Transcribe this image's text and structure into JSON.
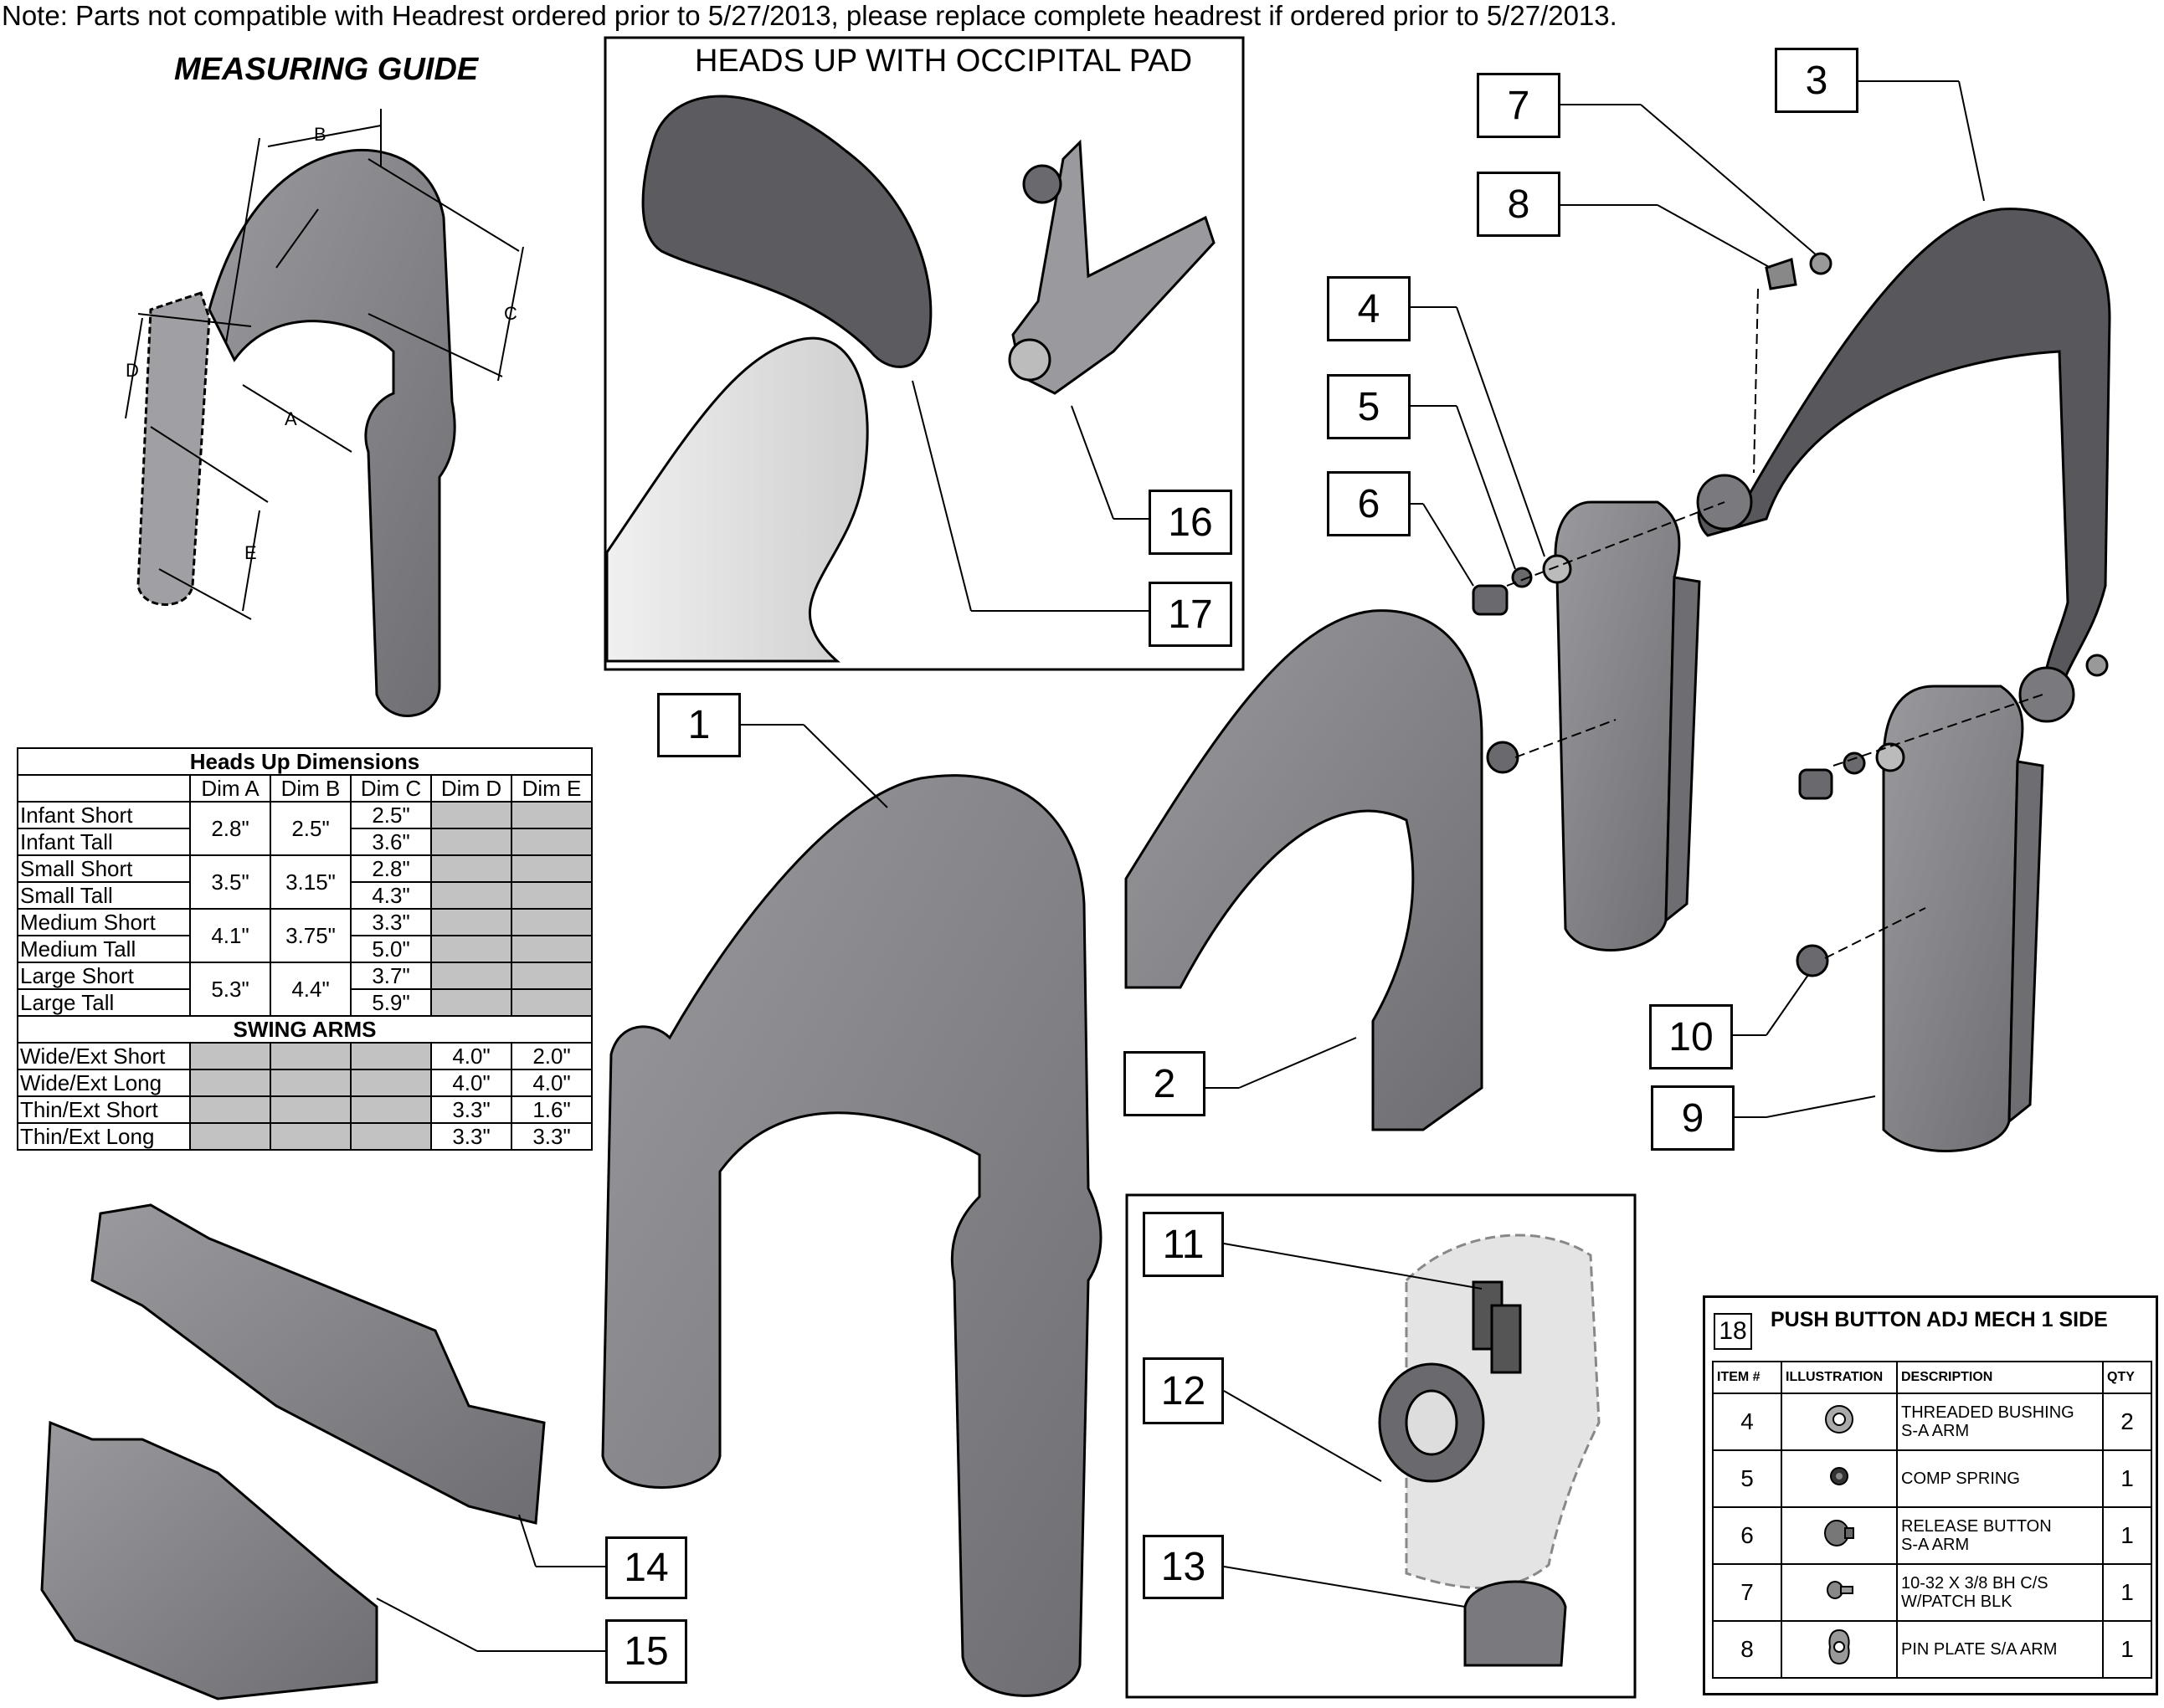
{
  "note": "Note: Parts not compatible with Headrest ordered prior to 5/27/2013, please replace complete headrest if ordered prior to 5/27/2013.",
  "measuring_guide": {
    "title": "MEASURING GUIDE",
    "labels": [
      "A",
      "B",
      "C",
      "D",
      "E"
    ]
  },
  "occipital_pad": {
    "title": "HEADS UP WITH OCCIPITAL PAD"
  },
  "callouts": [
    "1",
    "2",
    "3",
    "4",
    "5",
    "6",
    "7",
    "8",
    "9",
    "10",
    "11",
    "12",
    "13",
    "14",
    "15",
    "16",
    "17"
  ],
  "dimensions_table": {
    "title": "Heads Up Dimensions",
    "columns": [
      "Dim A",
      "Dim B",
      "Dim C",
      "Dim D",
      "Dim E"
    ],
    "groups": [
      {
        "a": "2.8\"",
        "b": "2.5\"",
        "rows": [
          {
            "label": "Infant Short",
            "c": "2.5\""
          },
          {
            "label": "Infant Tall",
            "c": "3.6\""
          }
        ]
      },
      {
        "a": "3.5\"",
        "b": "3.15\"",
        "rows": [
          {
            "label": "Small Short",
            "c": "2.8\""
          },
          {
            "label": "Small Tall",
            "c": "4.3\""
          }
        ]
      },
      {
        "a": "4.1\"",
        "b": "3.75\"",
        "rows": [
          {
            "label": "Medium Short",
            "c": "3.3\""
          },
          {
            "label": "Medium Tall",
            "c": "5.0\""
          }
        ]
      },
      {
        "a": "5.3\"",
        "b": "4.4\"",
        "rows": [
          {
            "label": "Large Short",
            "c": "3.7\""
          },
          {
            "label": "Large Tall",
            "c": "5.9\""
          }
        ]
      }
    ],
    "swing_title": "SWING ARMS",
    "swing_rows": [
      {
        "label": "Wide/Ext Short",
        "d": "4.0\"",
        "e": "2.0\""
      },
      {
        "label": "Wide/Ext Long",
        "d": "4.0\"",
        "e": "4.0\""
      },
      {
        "label": "Thin/Ext Short",
        "d": "3.3\"",
        "e": "1.6\""
      },
      {
        "label": "Thin/Ext Long",
        "d": "3.3\"",
        "e": "3.3\""
      }
    ],
    "shade_color": "#c2c2c2"
  },
  "item18": {
    "number": "18",
    "title": "PUSH BUTTON ADJ MECH 1 SIDE",
    "headers": [
      "ITEM #",
      "ILLUSTRATION",
      "DESCRIPTION",
      "QTY"
    ],
    "rows": [
      {
        "item": "4",
        "desc1": "THREADED BUSHING",
        "desc2": "S-A ARM",
        "qty": "2",
        "icon": "bushing-icon"
      },
      {
        "item": "5",
        "desc1": "COMP SPRING",
        "desc2": "",
        "qty": "1",
        "icon": "spring-icon"
      },
      {
        "item": "6",
        "desc1": "RELEASE BUTTON",
        "desc2": "S-A ARM",
        "qty": "1",
        "icon": "button-icon"
      },
      {
        "item": "7",
        "desc1": "10-32 X 3/8 BH C/S",
        "desc2": "W/PATCH BLK",
        "qty": "1",
        "icon": "screw-icon"
      },
      {
        "item": "8",
        "desc1": "PIN PLATE S/A ARM",
        "desc2": "",
        "qty": "1",
        "icon": "pin-plate-icon"
      }
    ]
  },
  "colors": {
    "part_fill": "#8a8a8e",
    "part_dark": "#5f5f63",
    "part_light": "#d6d6d6"
  }
}
